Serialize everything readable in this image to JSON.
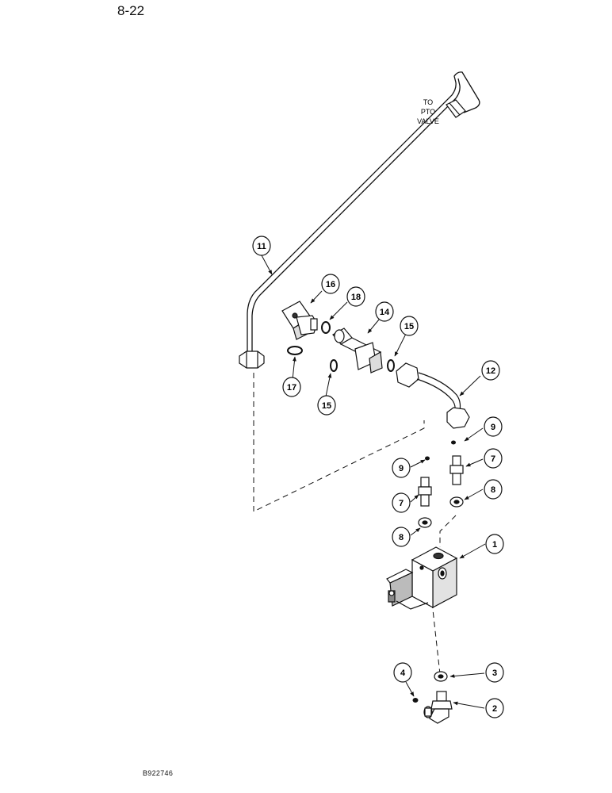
{
  "page": {
    "number": "8-22",
    "figure_code": "B922746"
  },
  "note": {
    "lines": [
      "TO",
      "PTO",
      "VALVE"
    ]
  },
  "callouts": [
    "1",
    "2",
    "3",
    "4",
    "7",
    "7",
    "8",
    "8",
    "9",
    "9",
    "11",
    "12",
    "14",
    "15",
    "15",
    "16",
    "17",
    "18"
  ]
}
